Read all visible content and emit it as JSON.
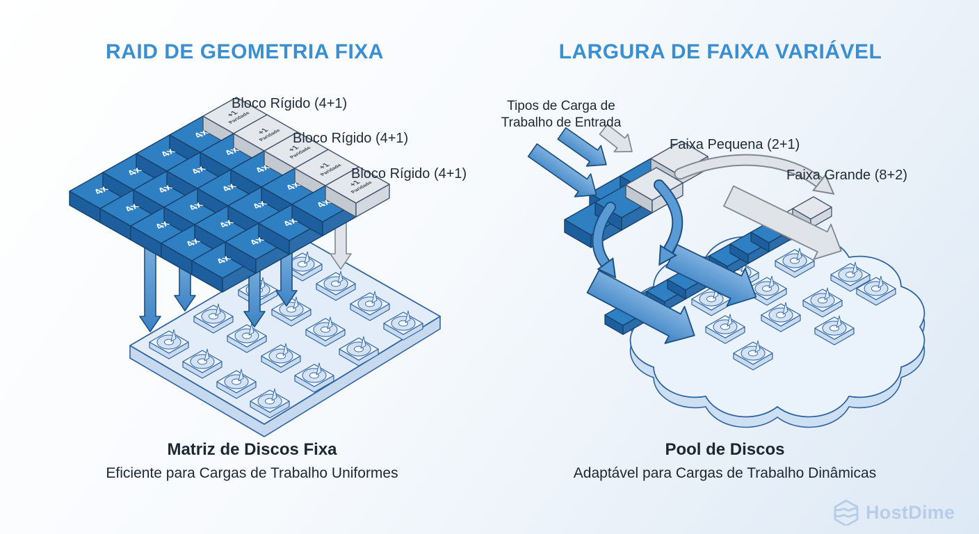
{
  "left": {
    "title": "RAID DE GEOMETRIA FIXA",
    "block_label": "4x",
    "parity_label_line1": "+1",
    "parity_label_line2": "Paridade",
    "stripe_labels": [
      "Bloco Rígido (4+1)",
      "Bloco Rígido (4+1)",
      "Bloco Rígido (4+1)"
    ],
    "caption_title": "Matriz de Discos Fixa",
    "caption_subtitle": "Eficiente para Cargas de Trabalho Uniformes"
  },
  "right": {
    "title": "LARGURA DE FAIXA VARIÁVEL",
    "input_label_line1": "Tipos de Carga de",
    "input_label_line2": "Trabalho de Entrada",
    "small_stripe_label": "Faixa Pequena (2+1)",
    "large_stripe_label": "Faixa Grande (8+2)",
    "caption_title": "Pool de Discos",
    "caption_subtitle": "Adaptável para Cargas de Trabalho Dinâmicas"
  },
  "footer": {
    "logo_text": "HostDime"
  },
  "colors": {
    "accent_blue": "#3a8fd2",
    "block_blue": "#2f7fc3",
    "parity_gray": "#e4e8ed",
    "text_dark": "#1b2733",
    "diagram_outline": "#2f64a0",
    "logo_watermark": "#b7cde9"
  }
}
